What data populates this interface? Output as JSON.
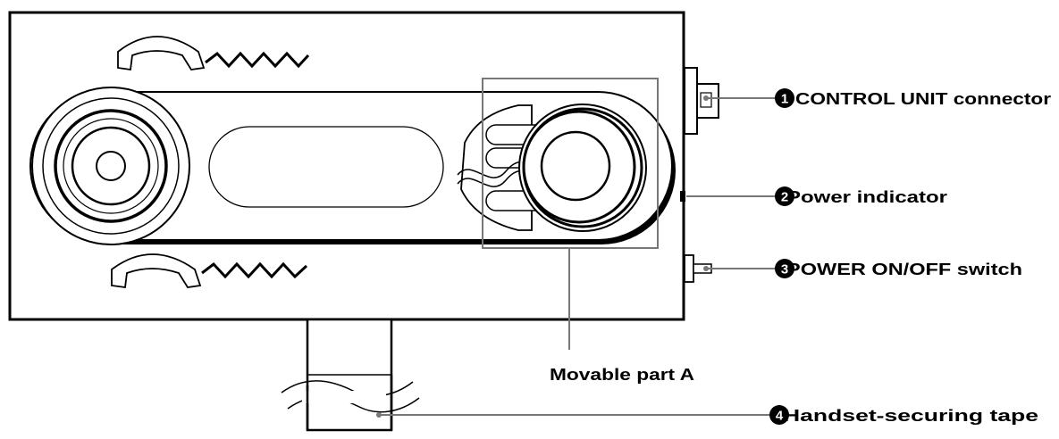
{
  "callouts": [
    {
      "number": "1",
      "label": "CONTROL UNIT connector"
    },
    {
      "number": "2",
      "label": "Power indicator"
    },
    {
      "number": "3",
      "label": "POWER ON/OFF switch"
    },
    {
      "number": "4",
      "label": "Handset-securing tape"
    }
  ],
  "movable_part_label": "Movable part A"
}
